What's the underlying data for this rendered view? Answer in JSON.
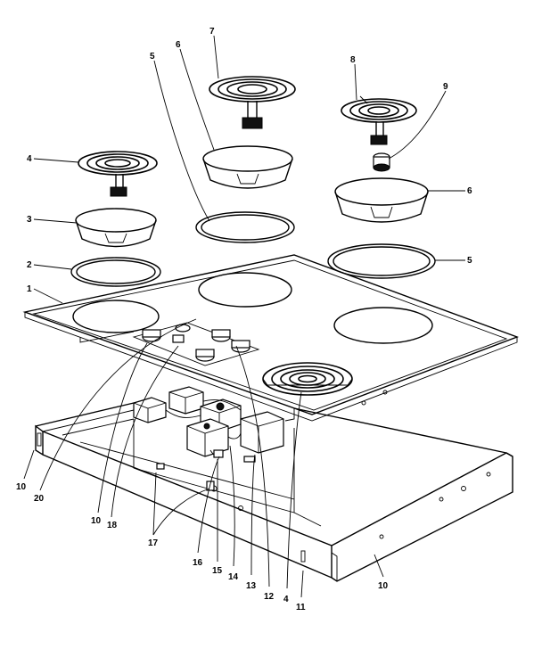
{
  "callouts": [
    {
      "id": "c1",
      "label": "1"
    },
    {
      "id": "c2",
      "label": "2"
    },
    {
      "id": "c3",
      "label": "3"
    },
    {
      "id": "c4a",
      "label": "4"
    },
    {
      "id": "c5a",
      "label": "5"
    },
    {
      "id": "c6a",
      "label": "6"
    },
    {
      "id": "c7",
      "label": "7"
    },
    {
      "id": "c8a",
      "label": "8"
    },
    {
      "id": "c9",
      "label": "9"
    },
    {
      "id": "c6b",
      "label": "6"
    },
    {
      "id": "c5b",
      "label": "5"
    },
    {
      "id": "c10a",
      "label": "10"
    },
    {
      "id": "c20",
      "label": "20"
    },
    {
      "id": "c10b",
      "label": "10"
    },
    {
      "id": "c18",
      "label": "18"
    },
    {
      "id": "c17",
      "label": "17"
    },
    {
      "id": "c16",
      "label": "16"
    },
    {
      "id": "c15",
      "label": "15"
    },
    {
      "id": "c14",
      "label": "14"
    },
    {
      "id": "c13",
      "label": "13"
    },
    {
      "id": "c12",
      "label": "12"
    },
    {
      "id": "c4b",
      "label": "4"
    },
    {
      "id": "c11",
      "label": "11"
    },
    {
      "id": "c10c",
      "label": "10"
    }
  ]
}
